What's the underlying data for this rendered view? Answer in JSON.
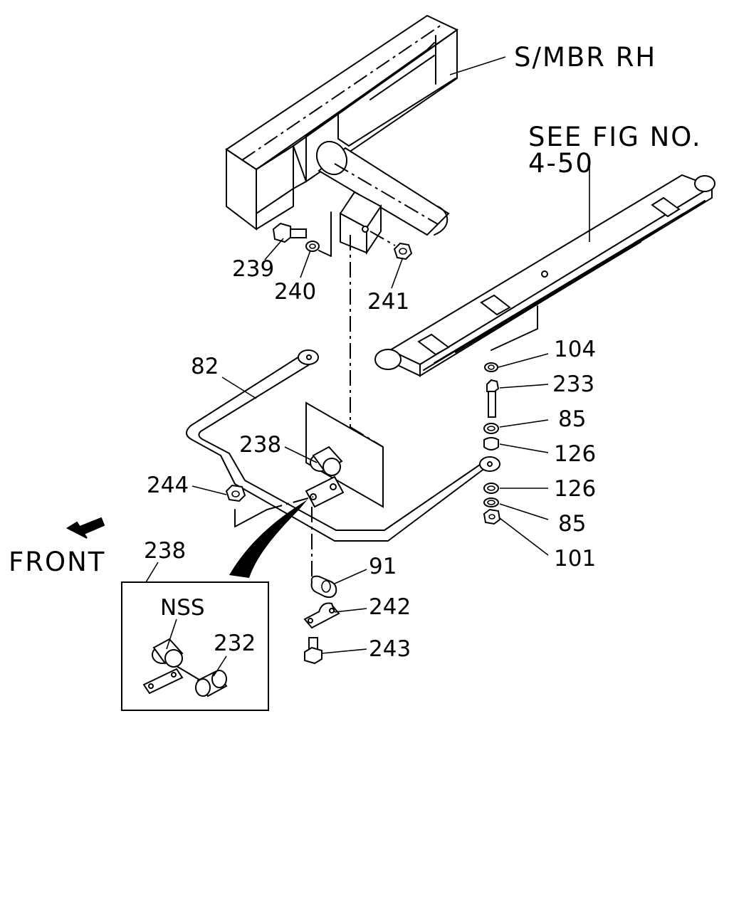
{
  "diagram": {
    "title_labels": {
      "s_mbr": "S/MBR RH",
      "see_fig_line1": "SEE FIG NO.",
      "see_fig_line2": "4-50"
    },
    "front_label": "FRONT",
    "detail_box": {
      "ref": "238",
      "nss": "NSS",
      "part_232": "232"
    },
    "parts": [
      {
        "key": "p239",
        "label": "239"
      },
      {
        "key": "p240",
        "label": "240"
      },
      {
        "key": "p241",
        "label": "241"
      },
      {
        "key": "p82",
        "label": "82"
      },
      {
        "key": "p238",
        "label": "238"
      },
      {
        "key": "p244",
        "label": "244"
      },
      {
        "key": "p104",
        "label": "104"
      },
      {
        "key": "p233",
        "label": "233"
      },
      {
        "key": "p85a",
        "label": "85"
      },
      {
        "key": "p126a",
        "label": "126"
      },
      {
        "key": "p126b",
        "label": "126"
      },
      {
        "key": "p85b",
        "label": "85"
      },
      {
        "key": "p101",
        "label": "101"
      },
      {
        "key": "p91",
        "label": "91"
      },
      {
        "key": "p242",
        "label": "242"
      },
      {
        "key": "p243",
        "label": "243"
      }
    ]
  }
}
